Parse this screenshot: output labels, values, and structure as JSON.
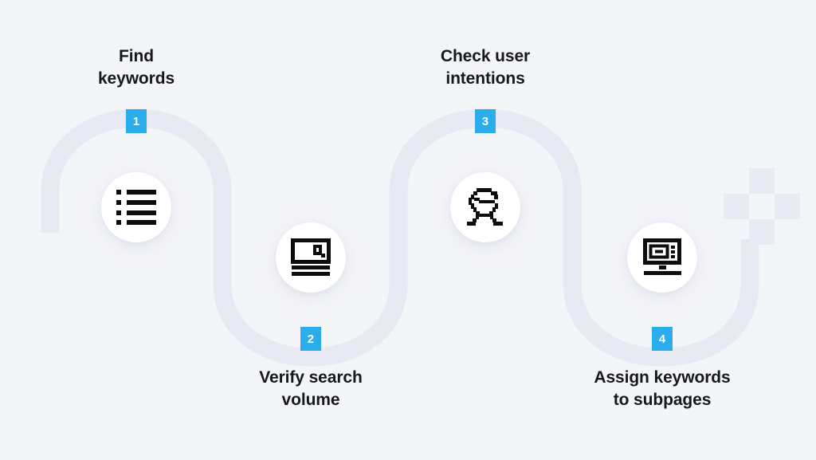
{
  "page": {
    "title": "Keyword research process",
    "background_color": "#f4f5f9",
    "accent_color": "#2badeb",
    "path_color": "#e7eaf3",
    "text_color": "#16181d"
  },
  "steps": [
    {
      "number": "1",
      "label": "Find\nkeywords",
      "icon": "bulleted-list-icon",
      "label_position": "above",
      "node_position": "crest"
    },
    {
      "number": "2",
      "label": "Verify search\nvolume",
      "icon": "monitor-search-icon",
      "label_position": "below",
      "node_position": "trough"
    },
    {
      "number": "3",
      "label": "Check user\nintentions",
      "icon": "user-head-icon",
      "label_position": "above",
      "node_position": "crest"
    },
    {
      "number": "4",
      "label": "Assign keywords\nto subpages",
      "icon": "desktop-monitor-icon",
      "label_position": "below",
      "node_position": "trough"
    }
  ],
  "decoration": {
    "checkerboard": "checkerboard-squares-decoration",
    "wavy_path": "s-curve-connector-path"
  }
}
